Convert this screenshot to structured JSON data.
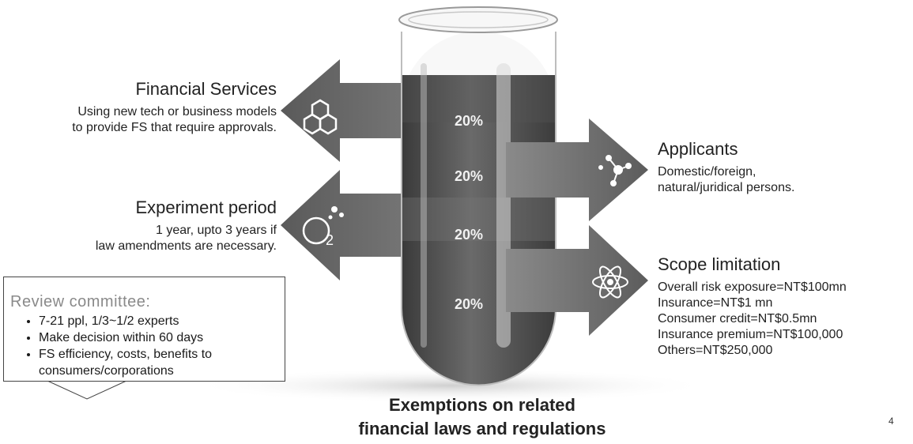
{
  "left_items": [
    {
      "title": "Financial Services",
      "lines": [
        "Using new tech or business models",
        "to provide FS that require approvals."
      ],
      "icon": "molecule-hexagon-icon"
    },
    {
      "title": "Experiment period",
      "lines": [
        "1 year, upto 3 years if",
        "law amendments are necessary."
      ],
      "icon": "oxygen-bubble-icon"
    }
  ],
  "right_items": [
    {
      "title": "Applicants",
      "lines": [
        "Domestic/foreign,",
        "natural/juridical persons."
      ],
      "icon": "molecule-network-icon"
    },
    {
      "title": "Scope limitation",
      "lines": [
        "Overall risk exposure=NT$100mn",
        "Insurance=NT$1 mn",
        "Consumer credit=NT$0.5mn",
        "Insurance premium=NT$100,000",
        "Others=NT$250,000"
      ],
      "icon": "atom-icon"
    }
  ],
  "tube_levels": [
    "20%",
    "20%",
    "20%",
    "20%"
  ],
  "review_committee": {
    "title": "Review committee:",
    "bullets": [
      "7-21 ppl, 1/3~1/2 experts",
      "Make decision within 60 days",
      "FS efficiency, costs, benefits to",
      "consumers/corporations"
    ]
  },
  "caption": [
    "Exemptions on related",
    "financial laws and regulations"
  ],
  "page_number": "4",
  "icon_glyphs": {
    "oxygen_subscript": "2"
  },
  "colors": {
    "tube_dark": "#4a4a4a",
    "arrow": "#6e6e6e",
    "text": "#222222"
  }
}
